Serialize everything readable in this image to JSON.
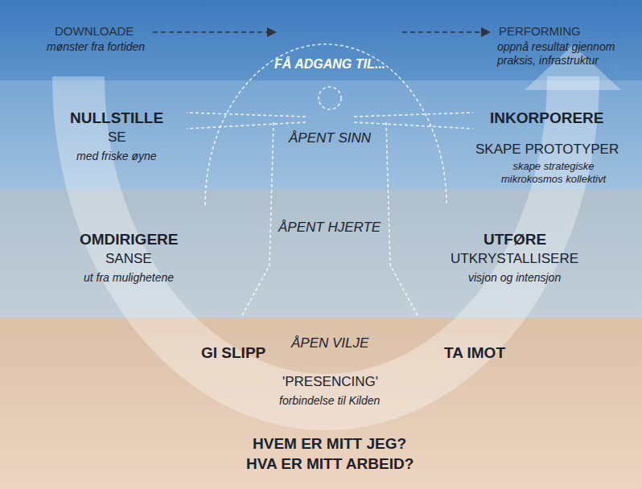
{
  "diagram": {
    "nodes": [
      {
        "text": [
          "DOWNLOADE",
          "mønster fra fortiden",
          "FÅ ADGANG TIL...",
          "PERFORMING",
          "oppnå resultat gjennom praksis, infrastruktur"
        ]
      },
      {
        "text": [
          "NULLSTILLE",
          "SE",
          "med friske øyne",
          "ÅPENT SINN",
          "INKORPORERE",
          "SKAPE PROTOTYPER",
          "skape strategiske mikrokosmos kollektivt"
        ]
      },
      {
        "text": [
          "OMDIRIGERE",
          "SANSE",
          "ut fra mulighetene",
          "ÅPENT HJERTE",
          "UTFØRE",
          "UTKRYSTALLISERE",
          "visjon og intensjon"
        ]
      },
      {
        "text": [
          "GI SLIPP",
          "ÅPEN VILJE",
          "TA IMOT",
          "'PRESENCING'",
          "forbindelse til Kilden",
          "HVEM ER MITT JEG?",
          "HVA ER MITT ARBEID?"
        ]
      }
    ]
  }
}
